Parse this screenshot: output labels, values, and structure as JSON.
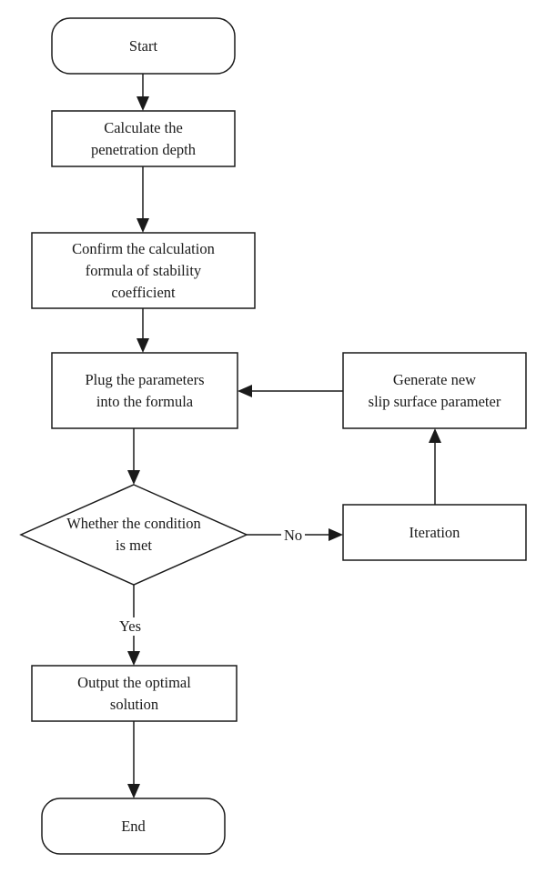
{
  "nodes": {
    "start": "Start",
    "calc_depth": "Calculate the\npenetration depth",
    "confirm_formula": "Confirm the calculation\nformula of stability\ncoefficient",
    "plug_params": "Plug the parameters\ninto the formula",
    "condition": "Whether the condition\nis met",
    "iteration": "Iteration",
    "generate_new": "Generate new\nslip surface parameter",
    "output": "Output the optimal\nsolution",
    "end": "End"
  },
  "edges": {
    "no": "No",
    "yes": "Yes"
  }
}
